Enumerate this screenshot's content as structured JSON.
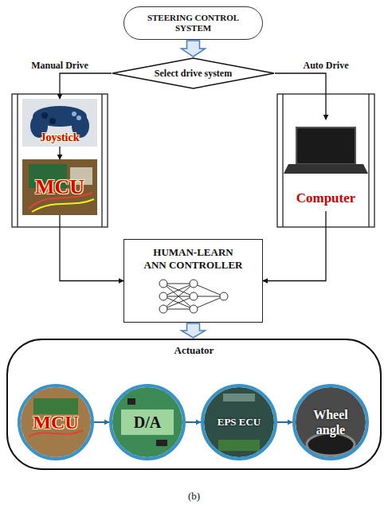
{
  "diagram": {
    "caption": "(b)",
    "nodes": [
      {
        "text": [
          "STEERING CONTROL SYSTEM"
        ]
      },
      {
        "text": [
          "Select drive system"
        ]
      },
      {
        "text": [
          "Joystick"
        ]
      },
      {
        "text": [
          "MCU"
        ]
      },
      {
        "text": [
          "Computer"
        ]
      },
      {
        "text": [
          "HUMAN-LEARN ANN CONTROLLER"
        ]
      },
      {
        "text": [
          "Actuator"
        ]
      },
      {
        "text": [
          "MCU"
        ],
        "in": 6
      },
      {
        "text": [
          "D/A"
        ],
        "in": 6
      },
      {
        "text": [
          "EPS ECU"
        ],
        "in": 6
      },
      {
        "text": [
          "Wheel angle"
        ],
        "in": 6
      }
    ],
    "edges": [
      {
        "from": 0,
        "to": 1,
        "arrow": "to"
      },
      {
        "from": 1,
        "to": 2,
        "label": "Manual Drive",
        "arrow": "to"
      },
      {
        "from": 1,
        "to": 4,
        "label": "Auto Drive",
        "arrow": "to"
      },
      {
        "from": 2,
        "to": 3,
        "arrow": "to"
      },
      {
        "from": 3,
        "to": 5,
        "arrow": "to"
      },
      {
        "from": 4,
        "to": 5,
        "arrow": "to"
      },
      {
        "from": 5,
        "to": 6,
        "arrow": "to"
      },
      {
        "from": 7,
        "to": 8,
        "arrow": "to"
      },
      {
        "from": 8,
        "to": 9,
        "arrow": "to"
      },
      {
        "from": 9,
        "to": 10,
        "arrow": "to"
      }
    ]
  }
}
